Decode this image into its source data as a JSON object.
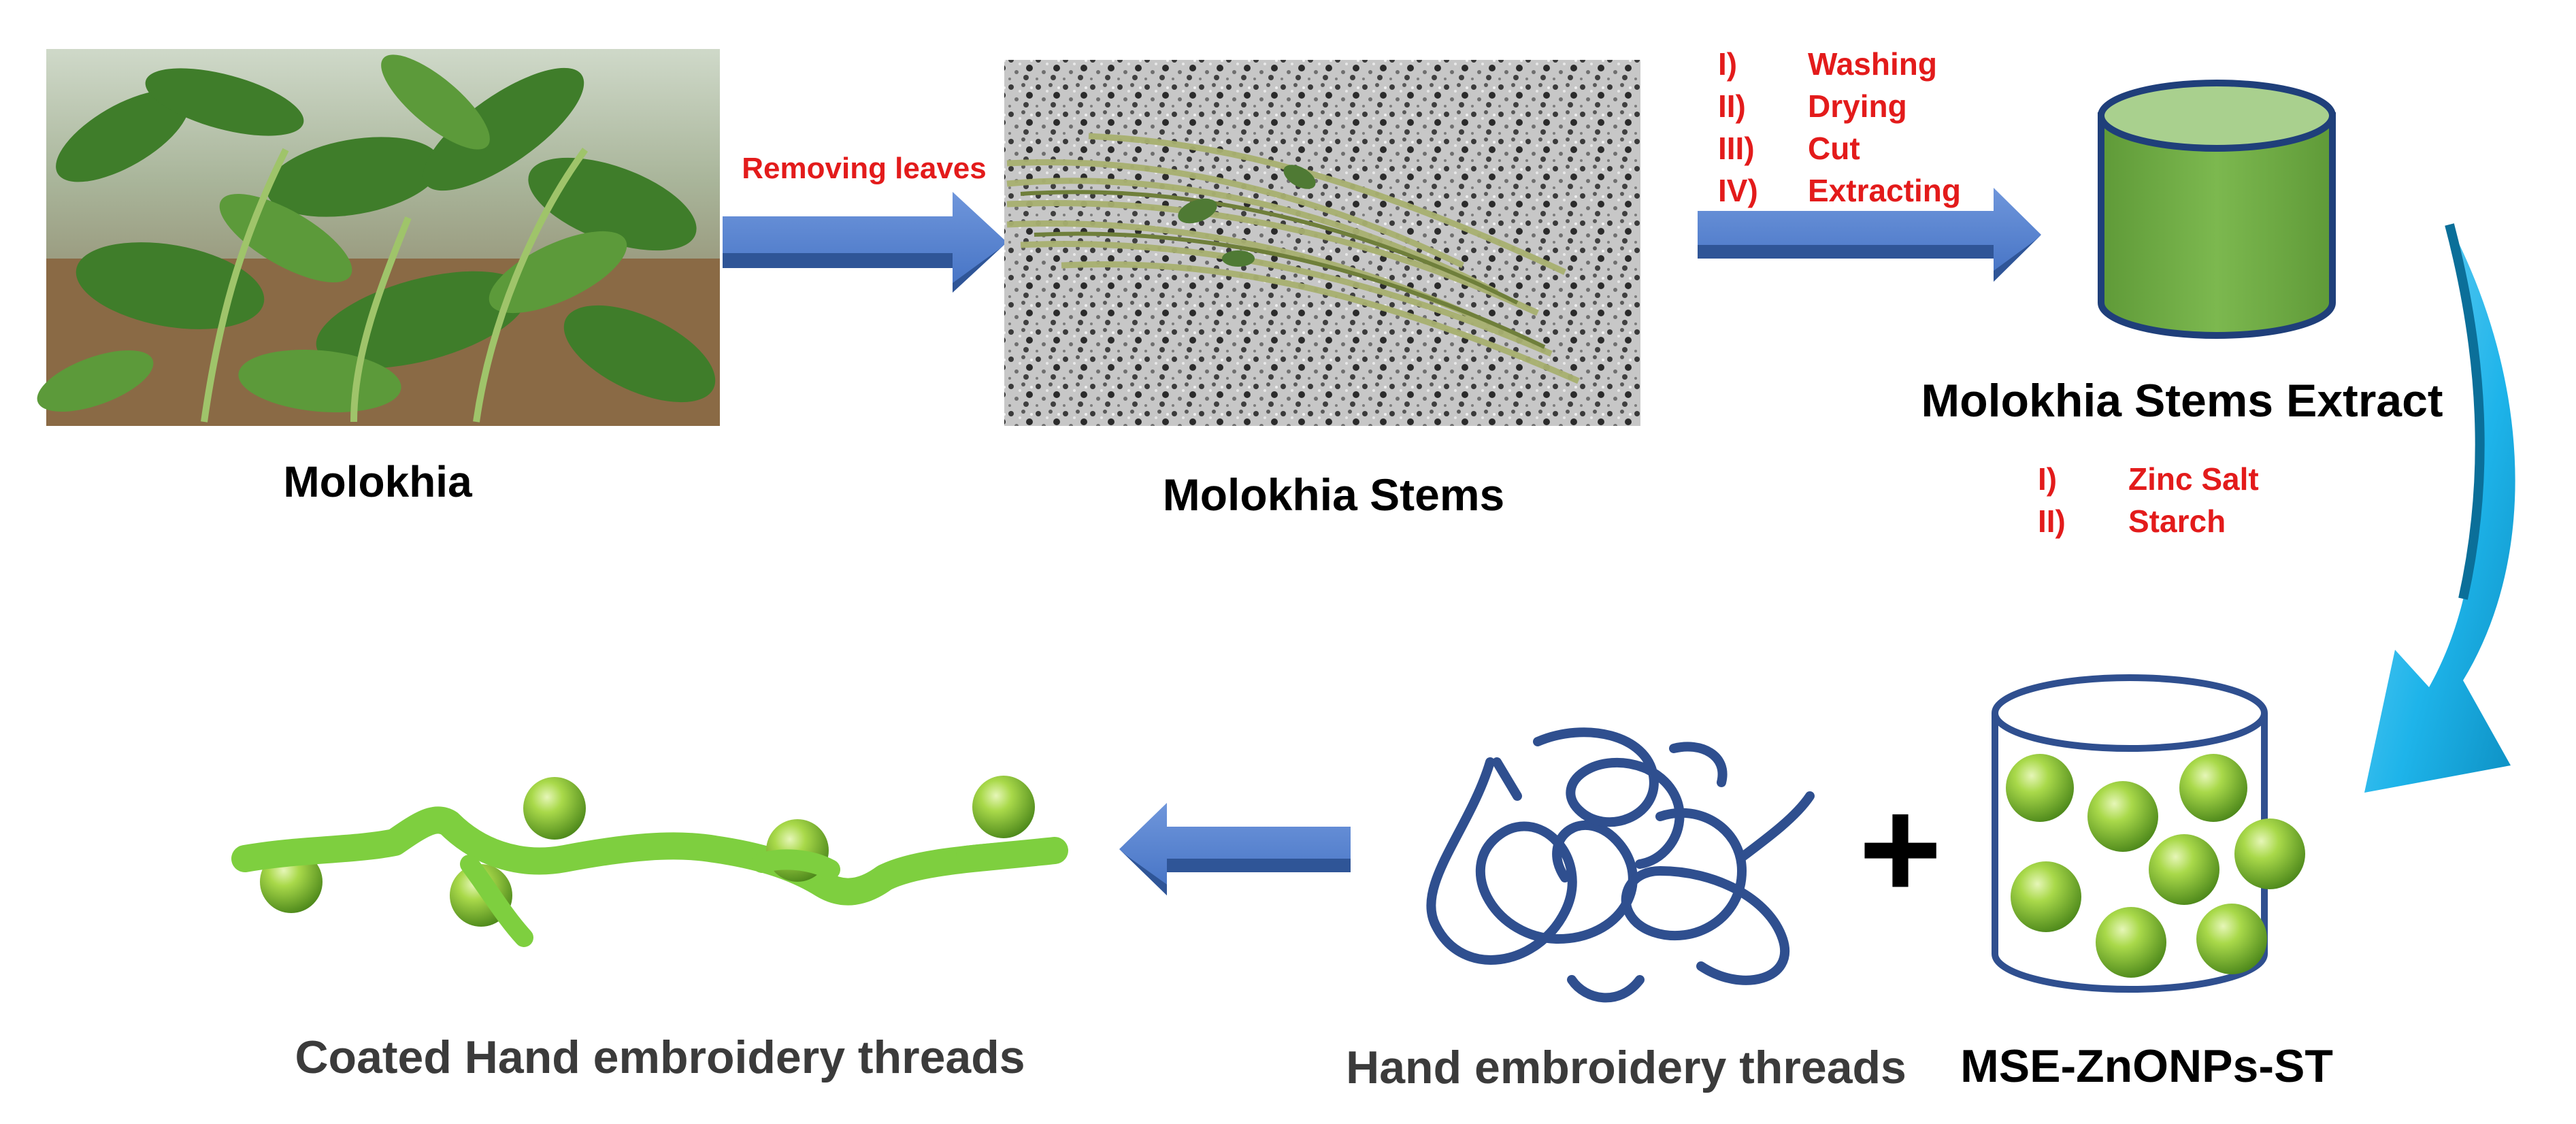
{
  "photos": {
    "molokhia": {
      "label": "Molokhia"
    },
    "stems": {
      "label": "Molokhia Stems"
    }
  },
  "arrow_1": {
    "label": "Removing leaves"
  },
  "steps_1": {
    "items": [
      {
        "num": "I)",
        "text": "Washing"
      },
      {
        "num": "II)",
        "text": "Drying"
      },
      {
        "num": "III)",
        "text": "Cut"
      },
      {
        "num": "IV)",
        "text": "Extracting"
      }
    ]
  },
  "extract": {
    "label": "Molokhia Stems Extract"
  },
  "steps_2": {
    "items": [
      {
        "num": "I)",
        "text": "Zinc Salt"
      },
      {
        "num": "II)",
        "text": "Starch"
      }
    ]
  },
  "product": {
    "label": "MSE-ZnONPs-ST"
  },
  "plus_sign": "+",
  "threads": {
    "label": "Hand embroidery threads"
  },
  "coated": {
    "label": "Coated Hand embroidery threads"
  },
  "colors": {
    "label_red": "#e31b1b",
    "arrow_blue": "#4472c4",
    "thread_blue": "#2f4f8f",
    "beaker_green": "#70ad47",
    "nanoparticle_green": "#92d050",
    "curved_arrow_cyan": "#1eb4ea"
  }
}
